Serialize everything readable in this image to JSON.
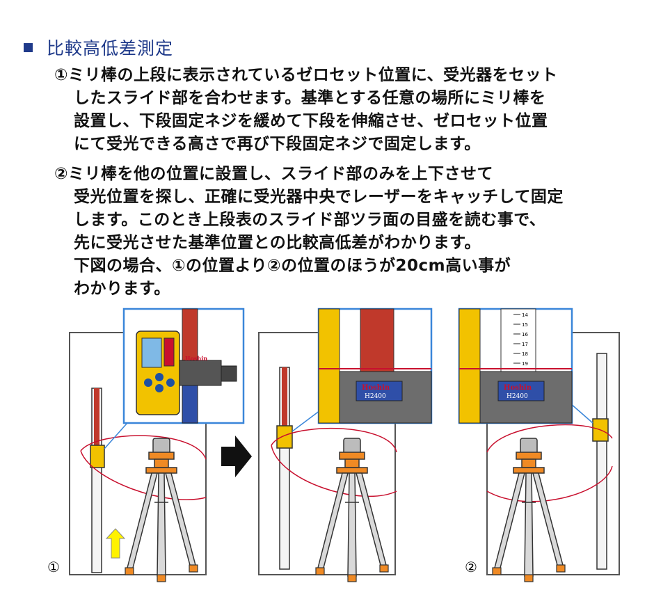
{
  "section": {
    "title": "比較高低差測定"
  },
  "step1": {
    "lines": [
      "①ミリ棒の上段に表示されているゼロセット位置に、受光器をセット",
      "したスライド部を合わせます。基準とする任意の場所にミリ棒を",
      "設置し、下段固定ネジを緩めて下段を伸縮させ、ゼロセット位置",
      "にて受光できる高さで再び下段固定ネジで固定します。"
    ]
  },
  "step2": {
    "lines": [
      "②ミリ棒を他の位置に設置し、スライド部のみを上下させて",
      "受光位置を探し、正確に受光器中央でレーザーをキャッチして固定",
      "します。このとき上段表のスライド部ツラ面の目盛を読む事で、",
      "先に受光させた基準位置との比較高低差がわかります。",
      "下図の場合、①の位置より②の位置のほうが20cm高い事が",
      "わかります。"
    ]
  },
  "figure": {
    "panel1_marker": "①",
    "panel3_marker": "②",
    "brand_label": "Hoshin",
    "model_label": "H2400",
    "scale_ticks": [
      "14",
      "15",
      "16",
      "17",
      "18",
      "19"
    ],
    "colors": {
      "laser_red": "#c8102e",
      "rod_red": "#c0392b",
      "receiver_yellow": "#f2c200",
      "tripod_orange": "#f08a24",
      "inset_border": "#3a86d9",
      "arrow_yellow": "#fff200"
    }
  }
}
